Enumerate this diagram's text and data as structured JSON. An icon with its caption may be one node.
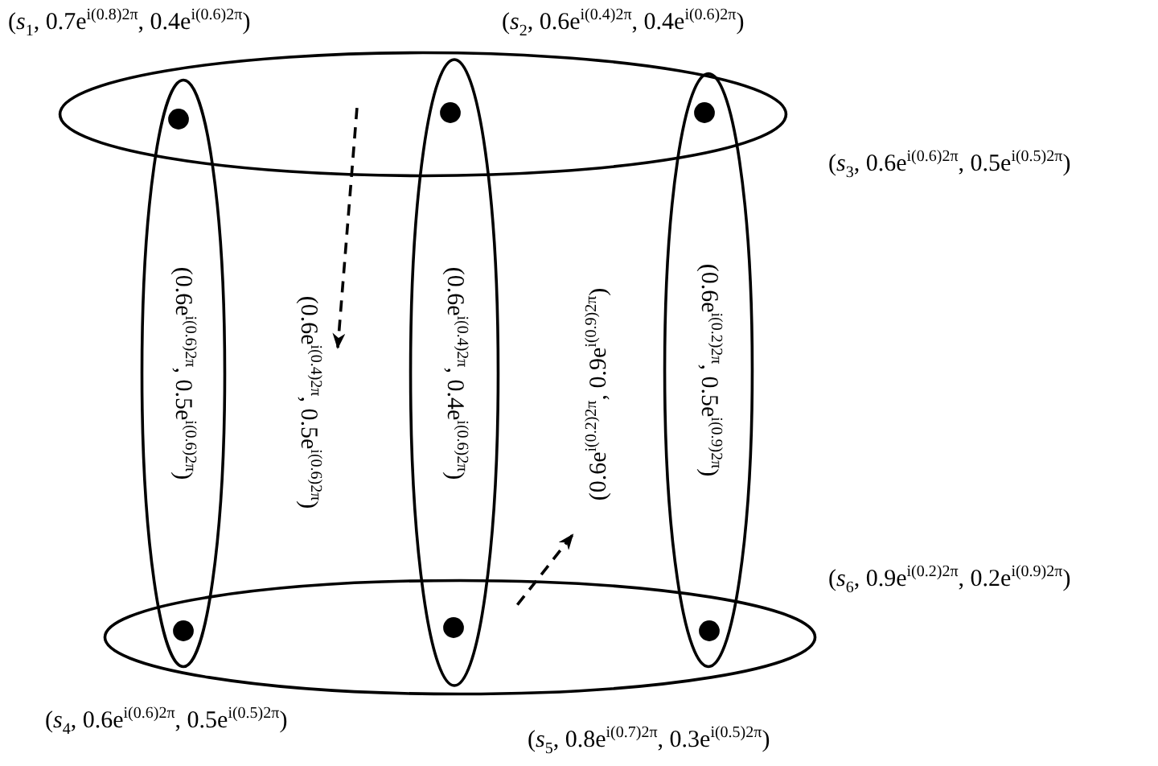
{
  "diagram": {
    "nodes": [
      {
        "text": [],
        "shape": "ellipse"
      },
      {
        "text": [],
        "shape": "circle"
      },
      {
        "text": [],
        "shape": "circle"
      },
      {
        "text": [],
        "shape": "circle"
      },
      {
        "text": [
          "(0.6e$^{i(0.6)2π}$, 0.5e$^{i(0.6)2π}$)"
        ]
      },
      {
        "text": [
          "(0.6e$^{i(0.4)2π}$, 0.5e$^{i(0.6)2π}$)"
        ]
      },
      {
        "text": [
          "(0.6e$^{i(0.4)2π}$, 0.4e$^{i(0.6)2π}$)"
        ]
      },
      {
        "text": [
          "(0.6e$^{i(0.2)2π}$, 0.9e$^{i(0.9)2π}$)"
        ]
      },
      {
        "text": [
          "(0.6e$^{i(0.2)2π}$, 0.5e$^{i(0.9)2π}$)"
        ]
      },
      {
        "text": [],
        "shape": "ellipse"
      },
      {
        "text": [],
        "shape": "circle"
      },
      {
        "text": [],
        "shape": "circle"
      },
      {
        "text": [],
        "shape": "circle"
      }
    ],
    "edges": [
      {
        "from": 0,
        "to": 5,
        "arrow": "to",
        "style": "dashed"
      },
      {
        "from": 9,
        "to": 7,
        "arrow": "to",
        "style": "dashed"
      }
    ],
    "labels": [
      "(*s*$_{1}$, 0.7e$^{i(0.8)2π}$, 0.4e$^{i(0.6)2π}$)",
      "(*s*$_{2}$, 0.6e$^{i(0.4)2π}$, 0.4e$^{i(0.6)2π}$)",
      "(*s*$_{3}$, 0.6e$^{i(0.6)2π}$, 0.5e$^{i(0.5)2π}$)",
      "(*s*$_{6}$, 0.9e$^{i(0.2)2π}$, 0.2e$^{i(0.9)2π}$)",
      "(*s*$_{4}$, 0.6e$^{i(0.6)2π}$, 0.5e$^{i(0.5)2π}$)",
      "(*s*$_{5}$, 0.8e$^{i(0.7)2π}$, 0.3e$^{i(0.5)2π}$)"
    ]
  }
}
